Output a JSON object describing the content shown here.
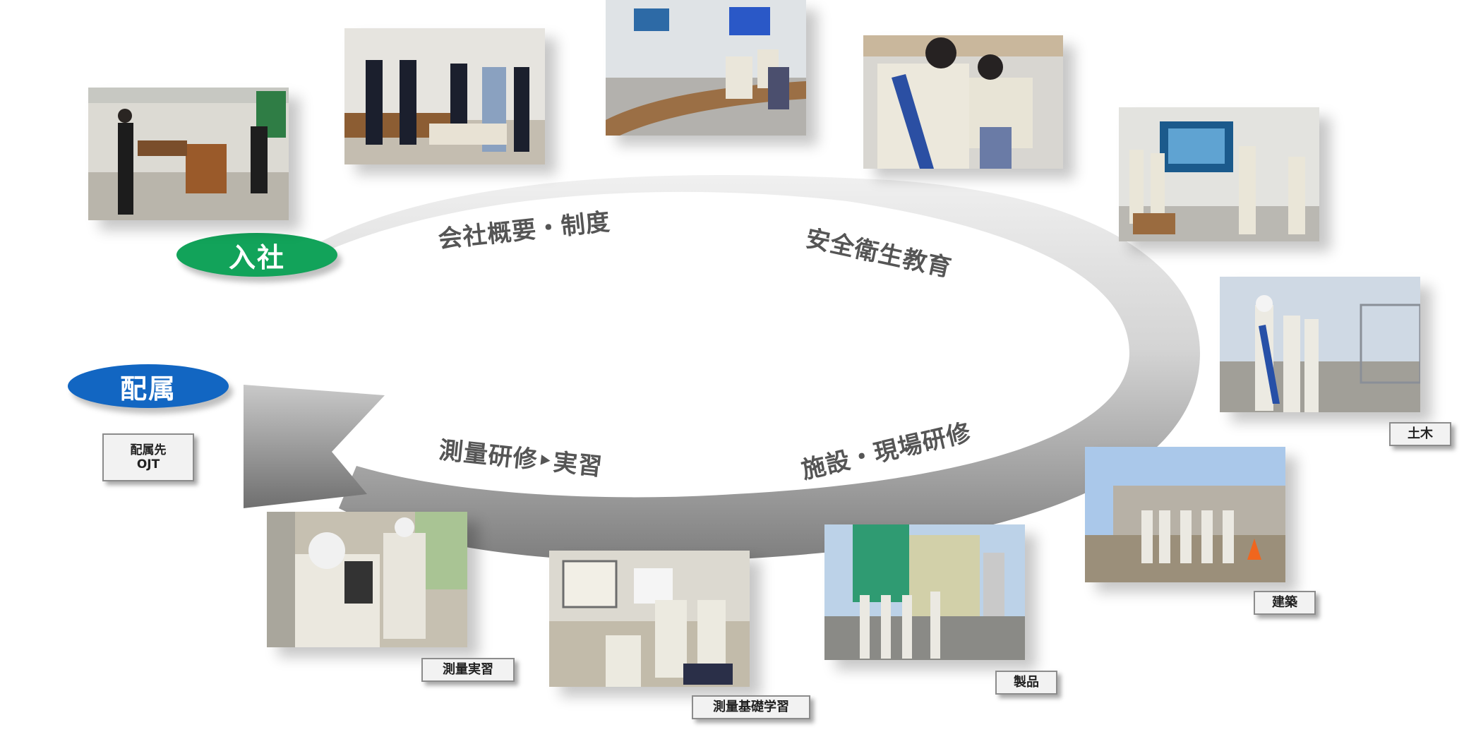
{
  "start_label": "入社",
  "end_label": "配属",
  "end_sub_label": "配属先\nOJT",
  "stages": {
    "company": "会社概要・制度",
    "safety": "安全衛生教育",
    "facility": "施設・現場研修",
    "survey": "測量研修‣実習"
  },
  "photo_tags": {
    "civil": "土木",
    "architecture": "建築",
    "products": "製品",
    "survey_basics": "測量基礎学習",
    "survey_practice": "測量実習"
  },
  "colors": {
    "start": "#12a35a",
    "end": "#1266c2",
    "ring_light": "#eeeeee",
    "ring_dark": "#8a8a8a"
  }
}
